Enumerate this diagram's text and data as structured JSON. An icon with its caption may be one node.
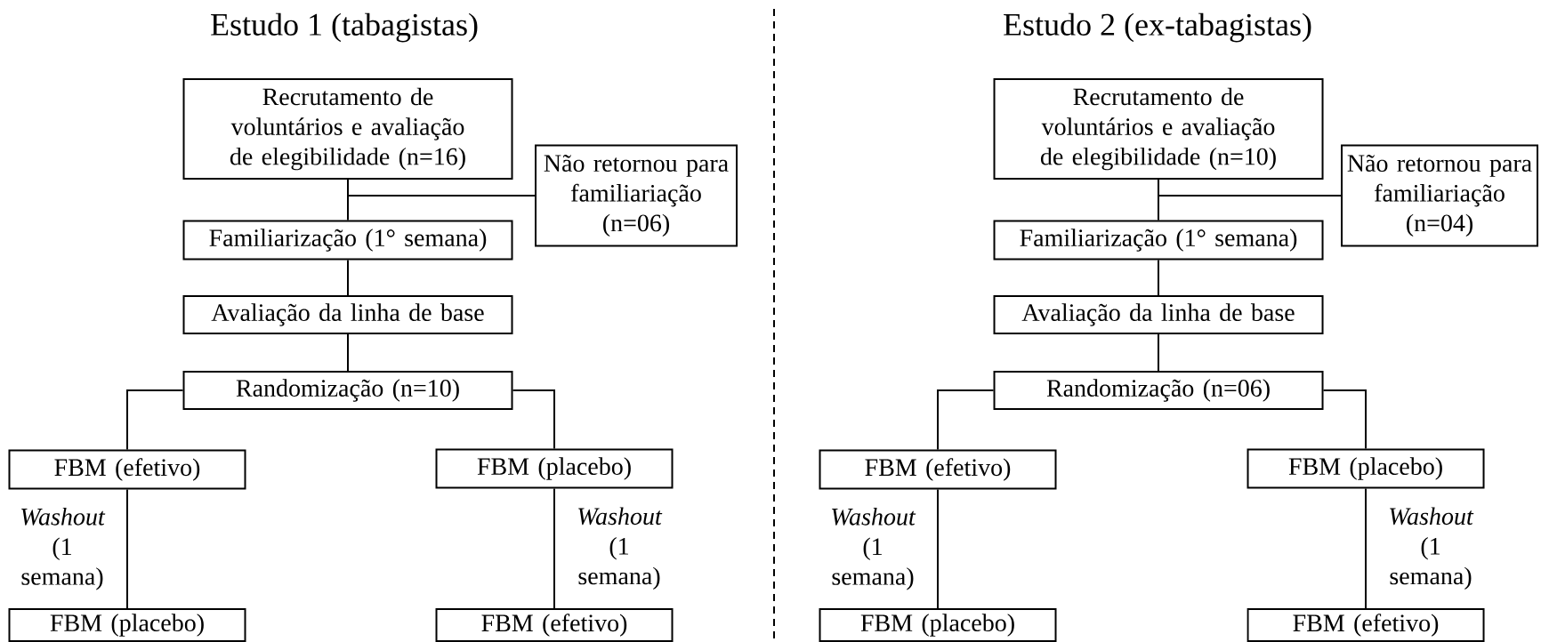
{
  "diagram": {
    "nodes": [
      {
        "text": [
          "Recrutamento de voluntários e avaliação de elegibilidade (n=16)"
        ]
      },
      {
        "text": [
          "Não retornou para familiariação (n=06)"
        ]
      },
      {
        "text": [
          "Familiarização (1° semana)"
        ]
      },
      {
        "text": [
          "Avaliação da linha de base"
        ]
      },
      {
        "text": [
          "Randomização (n=10)"
        ]
      },
      {
        "text": [
          "FBM (efetivo)"
        ]
      },
      {
        "text": [
          "FBM (placebo)"
        ]
      },
      {
        "text": [
          "FBM (placebo)"
        ]
      },
      {
        "text": [
          "FBM (efetivo)"
        ]
      },
      {
        "text": [
          "Recrutamento de voluntários e avaliação de elegibilidade (n=10)"
        ]
      },
      {
        "text": [
          "Não retornou para familiariação (n=04)"
        ]
      },
      {
        "text": [
          "Familiarização (1° semana)"
        ]
      },
      {
        "text": [
          "Avaliação da linha de base"
        ]
      },
      {
        "text": [
          "Randomização (n=06)"
        ]
      },
      {
        "text": [
          "FBM (efetivo)"
        ]
      },
      {
        "text": [
          "FBM (placebo)"
        ]
      },
      {
        "text": [
          "FBM (placebo)"
        ]
      },
      {
        "text": [
          "FBM (efetivo)"
        ]
      }
    ],
    "edges": [
      {
        "from": 0,
        "to": 2,
        "arrow": "none"
      },
      {
        "from": 0,
        "to": 1,
        "arrow": "none"
      },
      {
        "from": 2,
        "to": 3,
        "arrow": "none"
      },
      {
        "from": 3,
        "to": 4,
        "arrow": "none"
      },
      {
        "from": 4,
        "to": 5,
        "arrow": "none"
      },
      {
        "from": 4,
        "to": 6,
        "arrow": "none"
      },
      {
        "from": 5,
        "to": 7,
        "arrow": "none",
        "label": "*Washout* (1 semana)"
      },
      {
        "from": 6,
        "to": 8,
        "arrow": "none",
        "label": "*Washout* (1 semana)"
      },
      {
        "from": 9,
        "to": 11,
        "arrow": "none"
      },
      {
        "from": 9,
        "to": 10,
        "arrow": "none"
      },
      {
        "from": 11,
        "to": 12,
        "arrow": "none"
      },
      {
        "from": 12,
        "to": 13,
        "arrow": "none"
      },
      {
        "from": 13,
        "to": 14,
        "arrow": "none"
      },
      {
        "from": 13,
        "to": 15,
        "arrow": "none"
      },
      {
        "from": 14,
        "to": 16,
        "arrow": "none",
        "label": "*Washout* (1 semana)"
      },
      {
        "from": 15,
        "to": 17,
        "arrow": "none",
        "label": "*Washout* (1 semana)"
      }
    ],
    "labels": [
      "Estudo 1 (tabagistas)",
      "Estudo 2 (ex-tabagistas)"
    ]
  }
}
